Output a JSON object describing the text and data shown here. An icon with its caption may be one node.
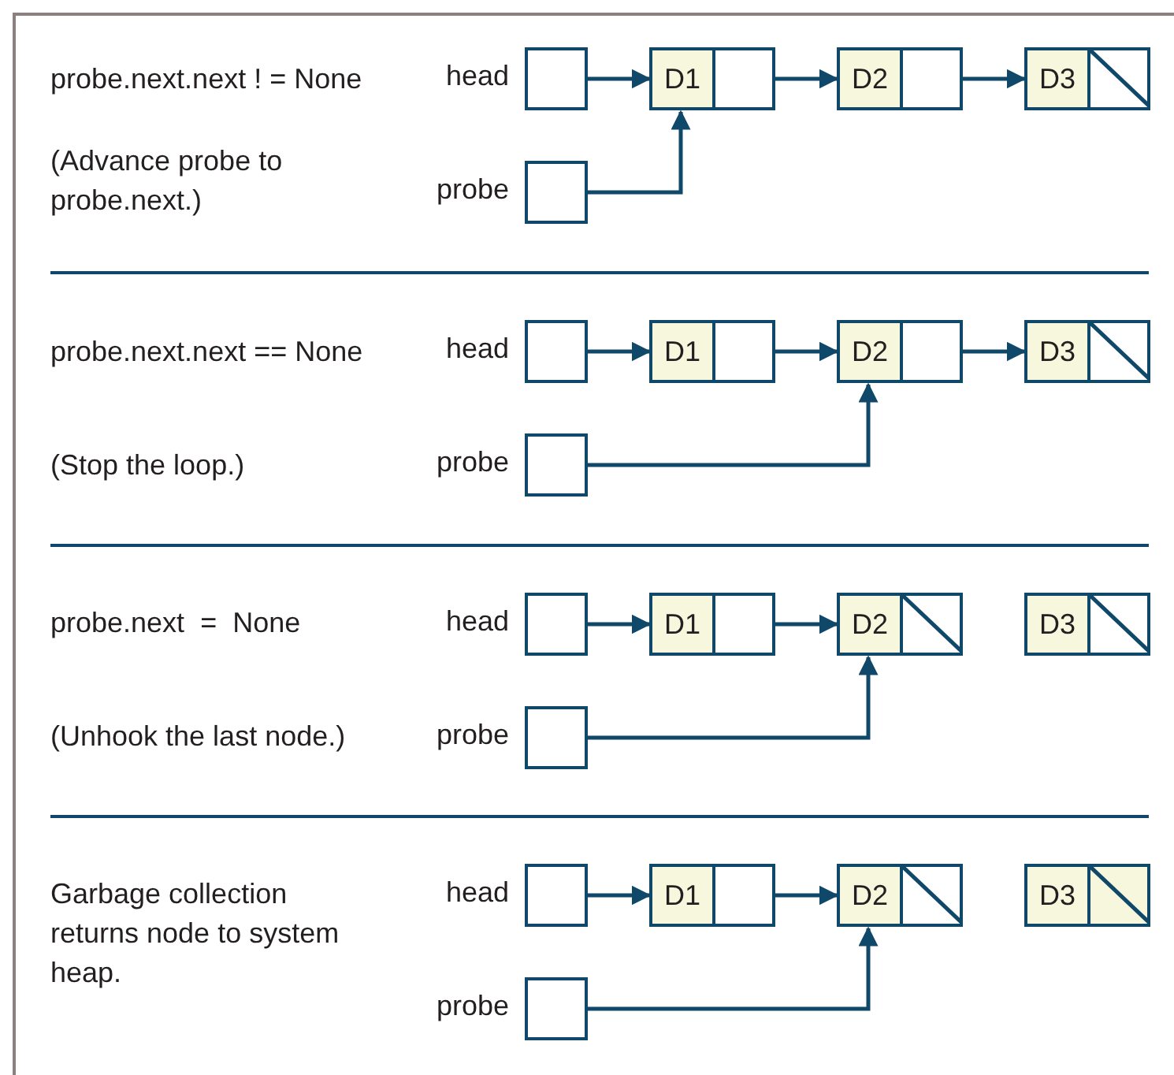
{
  "diagram": {
    "nodes": [
      {
        "text": [],
        "shape": "box",
        "beside": [
          "head"
        ]
      },
      {
        "text": [
          "D1"
        ]
      },
      {
        "text": [
          "D2"
        ]
      },
      {
        "text": [
          "D3"
        ]
      },
      {
        "text": [],
        "shape": "box",
        "beside": [
          "probe"
        ]
      },
      {
        "text": [],
        "shape": "box",
        "beside": [
          "head"
        ]
      },
      {
        "text": [
          "D1"
        ]
      },
      {
        "text": [
          "D2"
        ]
      },
      {
        "text": [
          "D3"
        ]
      },
      {
        "text": [],
        "shape": "box",
        "beside": [
          "probe"
        ]
      },
      {
        "text": [],
        "shape": "box",
        "beside": [
          "head"
        ]
      },
      {
        "text": [
          "D1"
        ]
      },
      {
        "text": [
          "D2"
        ]
      },
      {
        "text": [
          "D3"
        ]
      },
      {
        "text": [],
        "shape": "box",
        "beside": [
          "probe"
        ]
      },
      {
        "text": [],
        "shape": "box",
        "beside": [
          "head"
        ]
      },
      {
        "text": [
          "D1"
        ]
      },
      {
        "text": [
          "D2"
        ]
      },
      {
        "text": [
          "D3"
        ]
      },
      {
        "text": [],
        "shape": "box",
        "beside": [
          "probe"
        ]
      }
    ],
    "edges": [
      {
        "from": 0,
        "to": 1,
        "arrow": "to"
      },
      {
        "from": 1,
        "to": 2,
        "arrow": "to"
      },
      {
        "from": 2,
        "to": 3,
        "arrow": "to"
      },
      {
        "from": 4,
        "to": 1,
        "arrow": "to"
      },
      {
        "from": 5,
        "to": 6,
        "arrow": "to"
      },
      {
        "from": 6,
        "to": 7,
        "arrow": "to"
      },
      {
        "from": 7,
        "to": 8,
        "arrow": "to"
      },
      {
        "from": 9,
        "to": 7,
        "arrow": "to"
      },
      {
        "from": 10,
        "to": 11,
        "arrow": "to"
      },
      {
        "from": 11,
        "to": 12,
        "arrow": "to"
      },
      {
        "from": 14,
        "to": 12,
        "arrow": "to"
      },
      {
        "from": 15,
        "to": 16,
        "arrow": "to"
      },
      {
        "from": 16,
        "to": 17,
        "arrow": "to"
      },
      {
        "from": 19,
        "to": 17,
        "arrow": "to"
      }
    ],
    "labels": [
      "probe.next.next ! = None",
      "(Advance probe to probe.next.)",
      "probe.next.next == None",
      "(Stop the loop.)",
      "probe.next  =  None",
      "(Unhook the last node.)",
      "Garbage collection returns node to system heap."
    ]
  }
}
